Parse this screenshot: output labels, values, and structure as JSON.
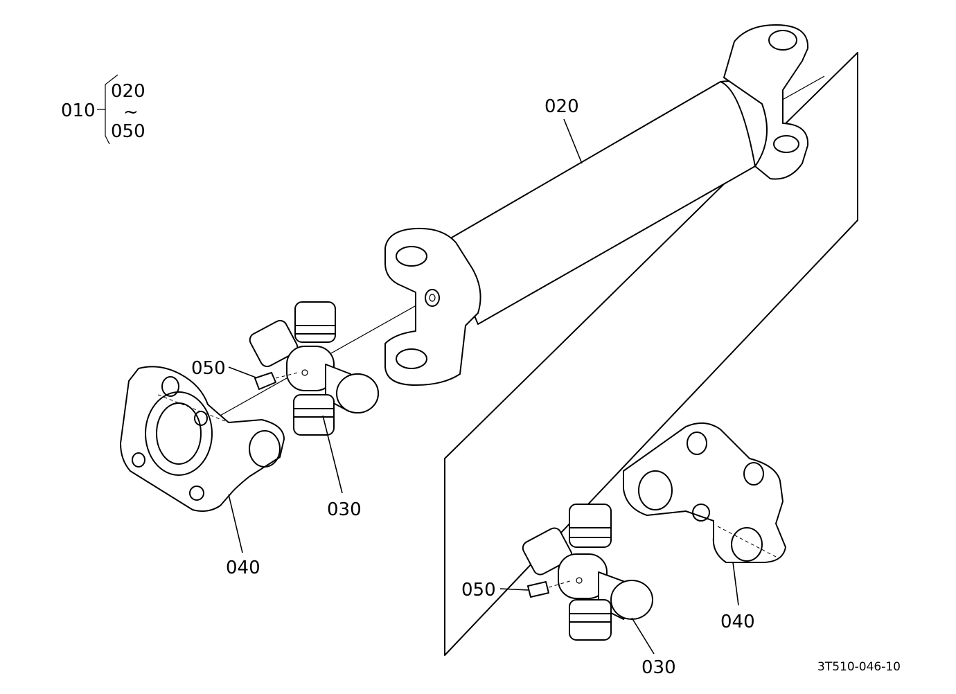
{
  "assembly": {
    "parent": "010",
    "range_start": "020",
    "range_sep": "~",
    "range_end": "050"
  },
  "labels": {
    "shaft": "020",
    "joint_upper": "030",
    "joint_lower": "030",
    "yoke_upper": "040",
    "yoke_lower": "040",
    "nipple_upper": "050",
    "nipple_lower": "050"
  },
  "drawing_code": "3T510-046-10"
}
